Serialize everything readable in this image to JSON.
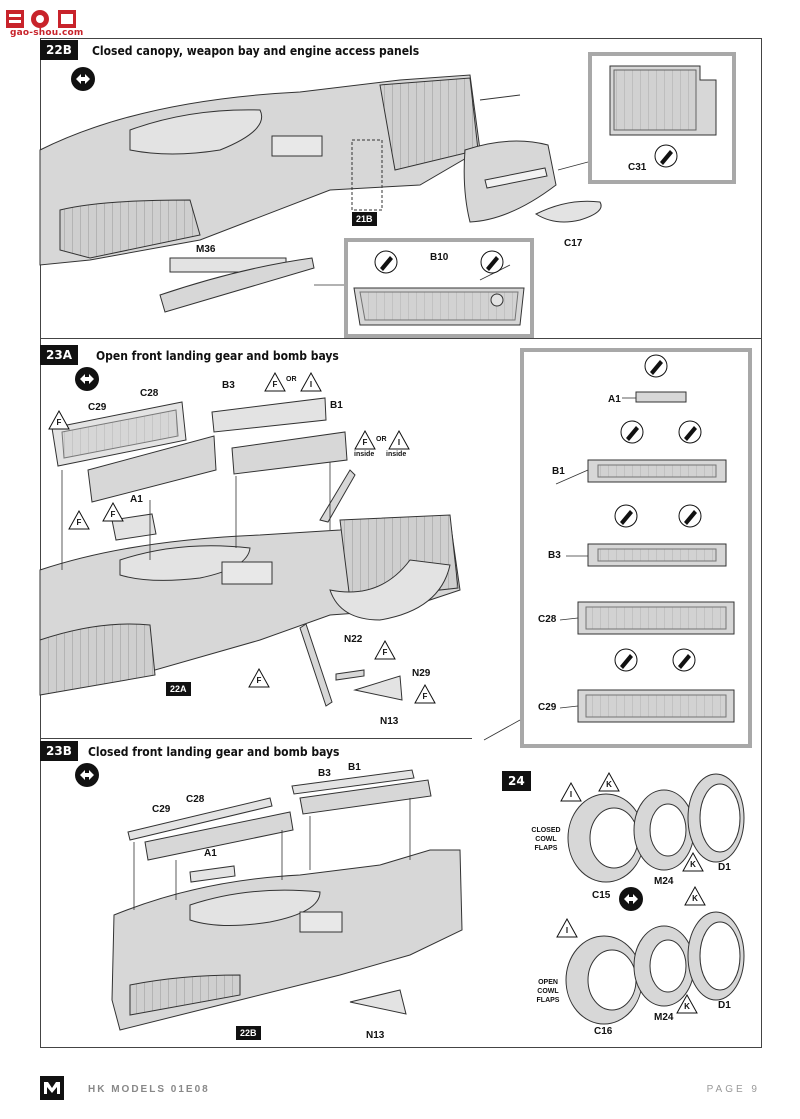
{
  "watermark": {
    "text": "gao-shou.com"
  },
  "steps": [
    {
      "id": "22B",
      "title": "Closed canopy, weapon bay and engine access panels"
    },
    {
      "id": "23A",
      "title": "Open front landing gear and bomb bays"
    },
    {
      "id": "23B",
      "title": "Closed front landing gear and bomb bays"
    },
    {
      "id": "24",
      "title": ""
    }
  ],
  "refs": {
    "r21b": "21B",
    "r22a": "22A",
    "r22b": "22B"
  },
  "parts": {
    "C31": "C31",
    "C17": "C17",
    "M36": "M36",
    "B10": "B10",
    "C29a": "C29",
    "C28a": "C28",
    "B3a": "B3",
    "B1a": "B1",
    "A1a": "A1",
    "N22": "N22",
    "N29": "N29",
    "N13a": "N13",
    "A1b": "A1",
    "B1b": "B1",
    "B3b": "B3",
    "C28b": "C28",
    "C29b": "C29",
    "B3c": "B3",
    "B1c": "B1",
    "C29c": "C29",
    "C28c": "C28",
    "A1c": "A1",
    "N13b": "N13",
    "C15": "C15",
    "M24a": "M24",
    "D1a": "D1",
    "C16": "C16",
    "M24b": "M24",
    "D1b": "D1"
  },
  "notes": {
    "inside1": "inside",
    "inside2": "inside",
    "or1": "OR",
    "or2": "OR",
    "closed_cowl_1": "CLOSED",
    "closed_cowl_2": "COWL FLAPS",
    "open_cowl_1": "OPEN",
    "open_cowl_2": "COWL FLAPS"
  },
  "markers": {
    "F": "F",
    "I": "I",
    "K": "K"
  },
  "footer": {
    "brand": "HK MODELS  01E08",
    "page": "PAGE 9"
  },
  "colors": {
    "part_fill": "#d7d7d7",
    "inset_border": "#a8a8a8",
    "badge": "#111111",
    "watermark": "#c8232b"
  }
}
